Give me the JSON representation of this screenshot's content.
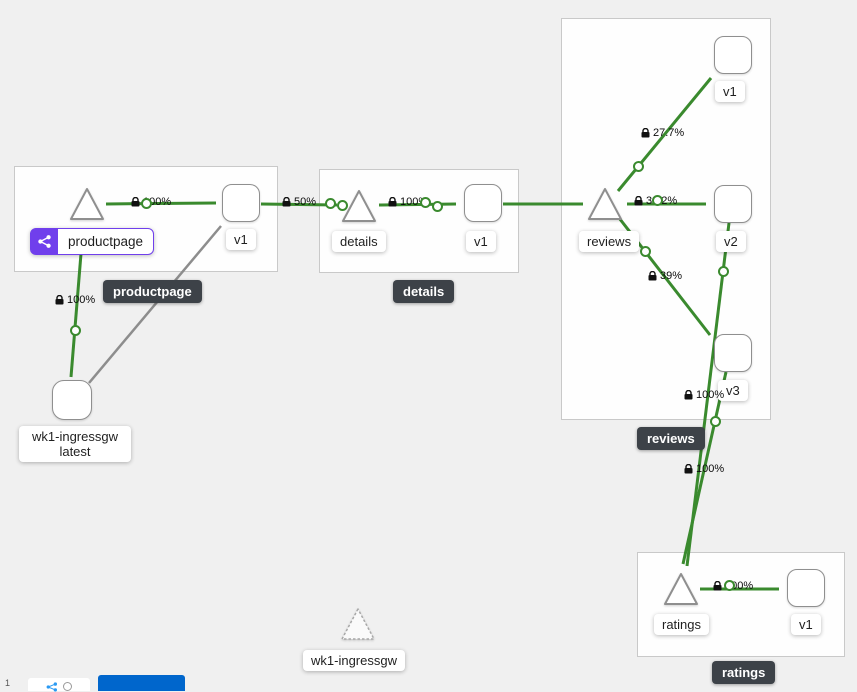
{
  "app": {
    "view": "service-mesh-graph"
  },
  "colors": {
    "edge_green": "#3A8A2E",
    "edge_gray": "#8D8D8D",
    "app_purple": "#703FEC",
    "dark_badge_bg": "#3D4248",
    "button_blue": "#0066CC",
    "canvas_bg": "#F0F0F0",
    "box_border": "#C9C9C9"
  },
  "groups": {
    "productpage": {
      "badge": "productpage"
    },
    "details": {
      "badge": "details"
    },
    "reviews": {
      "badge": "reviews"
    },
    "ratings": {
      "badge": "ratings"
    }
  },
  "nodes": {
    "productpage": {
      "label": "productpage"
    },
    "productpage_v1": {
      "label": "v1"
    },
    "details": {
      "label": "details"
    },
    "details_v1": {
      "label": "v1"
    },
    "reviews": {
      "label": "reviews"
    },
    "reviews_v1": {
      "label": "v1"
    },
    "reviews_v2": {
      "label": "v2"
    },
    "reviews_v3": {
      "label": "v3"
    },
    "ratings": {
      "label": "ratings"
    },
    "ratings_v1": {
      "label": "v1"
    },
    "ingress_workload": {
      "label_line1": "wk1-ingressgw",
      "label_line2": "latest"
    },
    "ingress_service": {
      "label": "wk1-ingressgw"
    }
  },
  "edge_labels": {
    "ingress_to_productpage": "100%",
    "productpage_to_v1": "100%",
    "productpage_to_details": "50%",
    "details_to_v1": "100%",
    "reviews_to_v1": "27.7%",
    "reviews_to_v2": "33.2%",
    "reviews_to_v3": "39%",
    "reviews_v2_to_ratings": "100%",
    "reviews_v3_to_ratings": "100%",
    "ratings_to_v1": "100%"
  },
  "controls": {
    "zoom_indicator": "1"
  }
}
